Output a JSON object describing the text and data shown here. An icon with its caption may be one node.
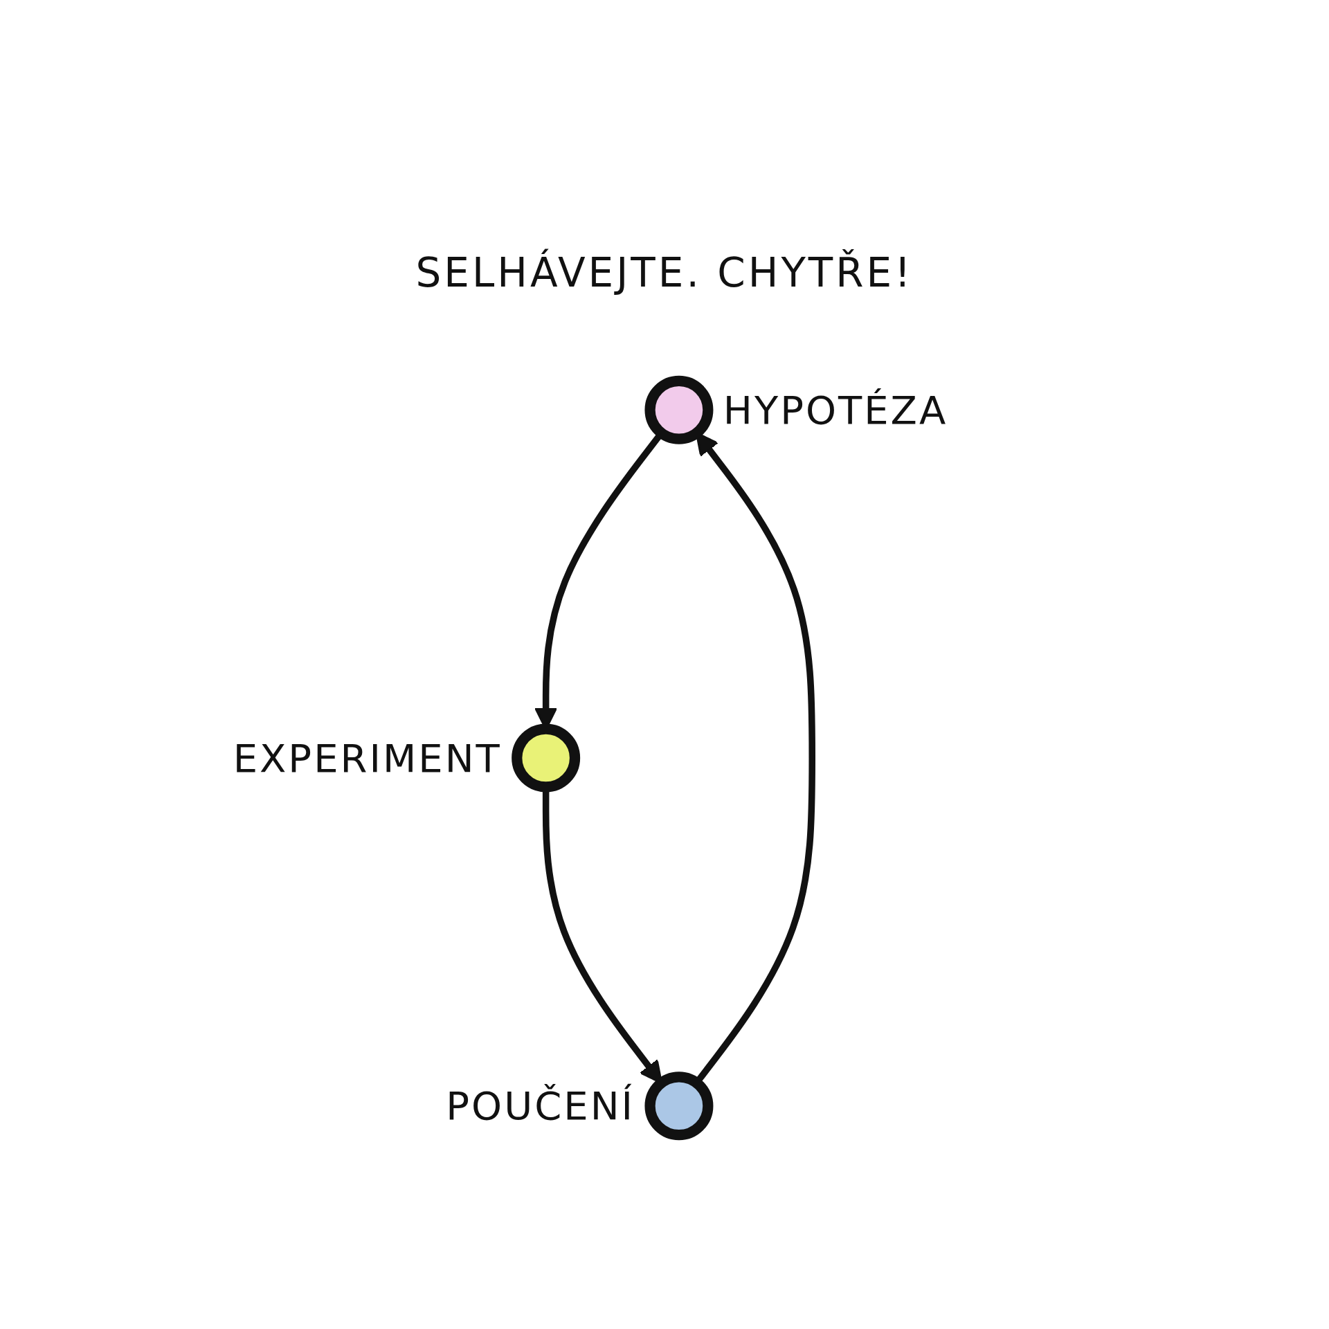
{
  "diagram": {
    "title": "SELHÁVEJTE. CHYTŘE!",
    "nodes": [
      {
        "text": [],
        "shape": "circle",
        "beside": [
          "HYPOTÉZA"
        ]
      },
      {
        "text": [],
        "shape": "circle",
        "beside": [
          "POUČENÍ"
        ]
      },
      {
        "text": [],
        "shape": "circle",
        "beside": [
          "EXPERIMENT"
        ]
      }
    ],
    "edges": [
      {
        "from": 1,
        "to": 0,
        "arrow": "to"
      },
      {
        "from": 0,
        "to": 2,
        "arrow": "to"
      },
      {
        "from": 2,
        "to": 1,
        "arrow": "to"
      }
    ]
  }
}
